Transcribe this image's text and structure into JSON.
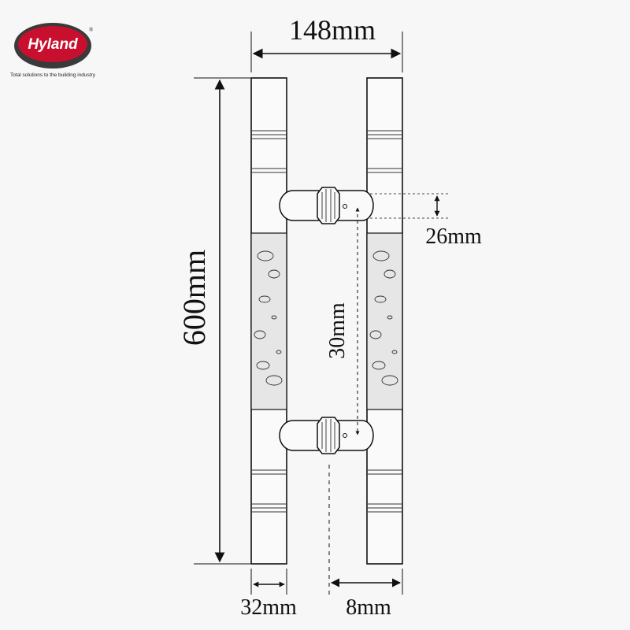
{
  "logo": {
    "brand": "Hyland",
    "registered_mark": "®",
    "tagline": "Total solutions to the building industry",
    "colors": {
      "badge_outer": "#3a3a3a",
      "badge_inner": "#c8102e",
      "text": "#ffffff"
    }
  },
  "dimensions": {
    "overall_width": "148mm",
    "overall_height": "600mm",
    "bar_width": "32mm",
    "post_offset": "8mm",
    "post_height": "26mm",
    "inner_spacing": "30mm"
  },
  "colors": {
    "line": "#111111",
    "grip_fill": "#e6e6e6",
    "background": "#f7f7f7"
  }
}
